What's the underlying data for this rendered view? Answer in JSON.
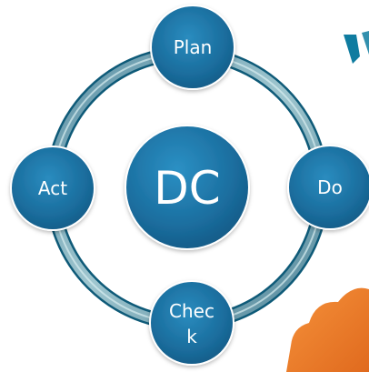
{
  "diagram": {
    "center": {
      "label": "DC"
    },
    "nodes": {
      "plan": {
        "label": "Plan"
      },
      "do": {
        "label": "Do"
      },
      "check": {
        "line1": "Chec",
        "line2": "k"
      },
      "act": {
        "label": "Act"
      }
    }
  },
  "colors": {
    "node_fill": "#1c6f9e",
    "node_border": "#ffffff",
    "ring_outer": "#0e5a78",
    "ring_inner": "#c6e1e6",
    "teal_accent": "#0f7ca0",
    "orange_accent": "#f07c2c"
  }
}
